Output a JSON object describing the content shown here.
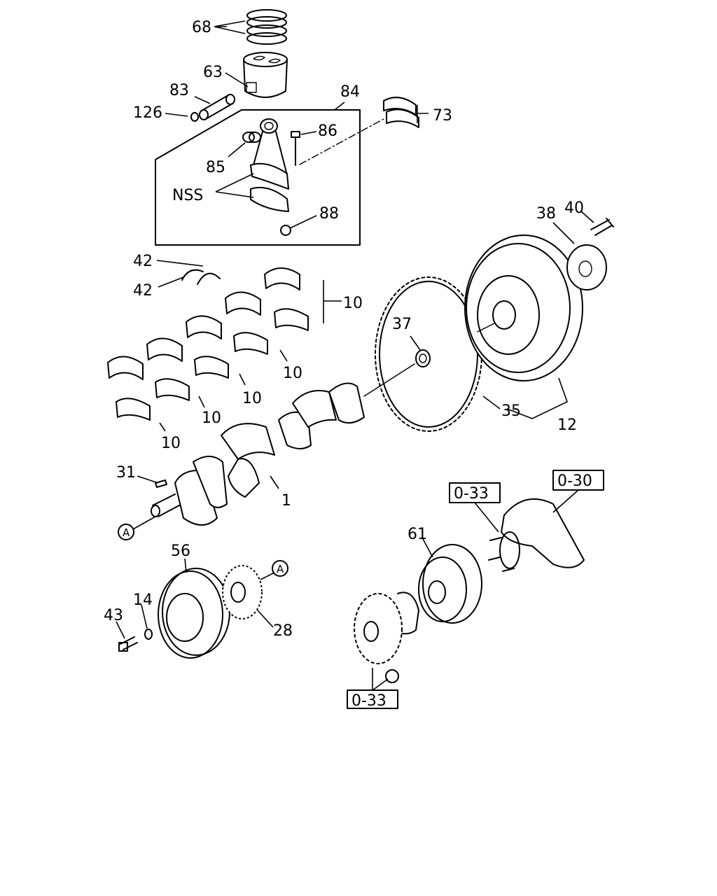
{
  "callouts": {
    "c68": "68",
    "c63": "63",
    "c83": "83",
    "c126": "126",
    "c84": "84",
    "c73": "73",
    "c86": "86",
    "c85": "85",
    "nss": "NSS",
    "c88": "88",
    "c38": "38",
    "c40": "40",
    "c42a": "42",
    "c42b": "42",
    "c10a": "10",
    "c10b": "10",
    "c10c": "10",
    "c10d": "10",
    "c10e": "10",
    "c37": "37",
    "c35": "35",
    "c12": "12",
    "c31": "31",
    "c1": "1",
    "c61": "61",
    "c56": "56",
    "c14": "14",
    "c43": "43",
    "c28": "28"
  },
  "refs": {
    "ref_033_a": "0-33",
    "ref_030": "0-30",
    "ref_033_b": "0-33",
    "marker_a1": "A",
    "marker_a2": "A"
  }
}
